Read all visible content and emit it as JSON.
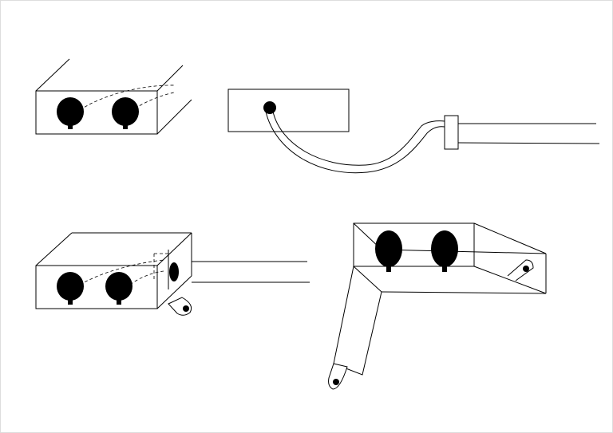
{
  "figure": {
    "stroke_color": "#000000",
    "background": "#ffffff",
    "border_color": "#dddddd",
    "panels": [
      {
        "id": "block-with-two-holes",
        "hole_count": 2
      },
      {
        "id": "block-with-curved-channel",
        "hole_count": 1
      },
      {
        "id": "block-with-two-holes-and-side-outlet",
        "hole_count": 3
      },
      {
        "id": "angled-bracket-with-two-holes",
        "hole_count": 4
      }
    ]
  }
}
